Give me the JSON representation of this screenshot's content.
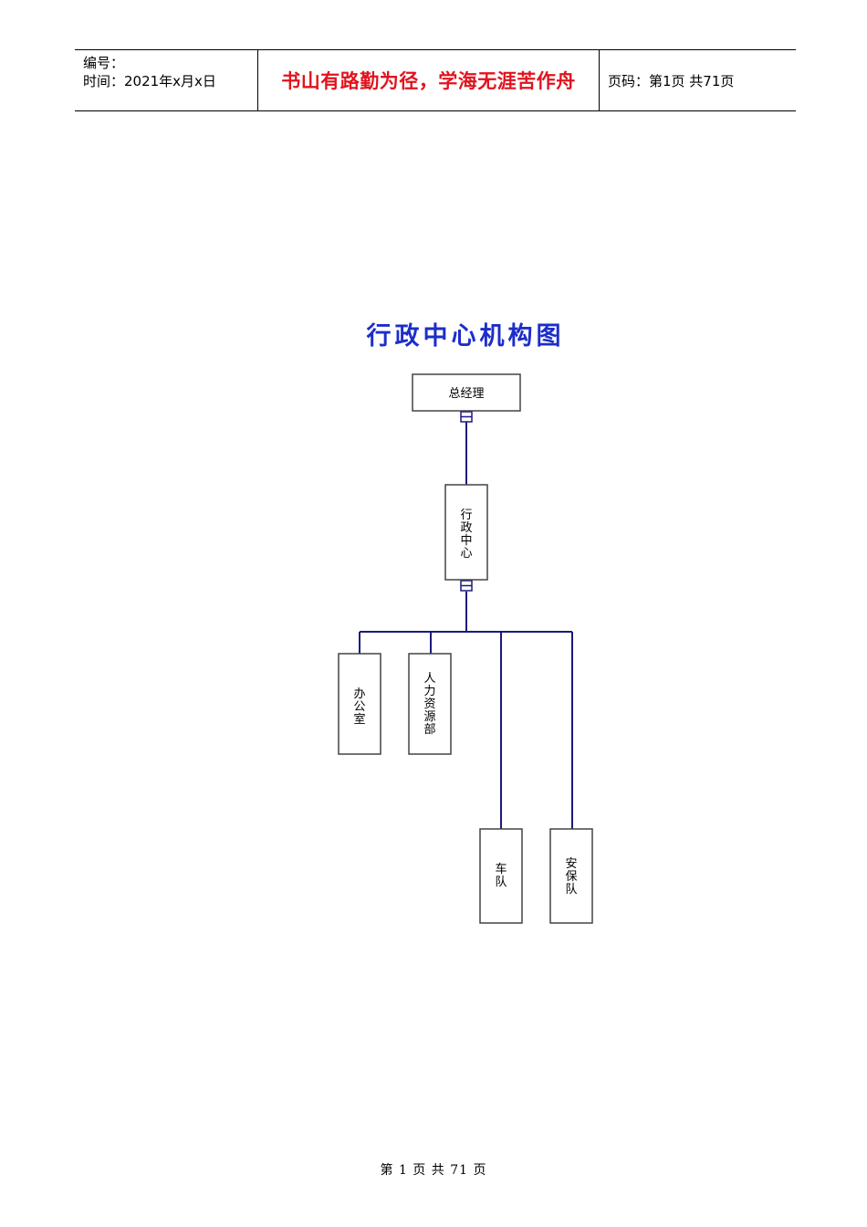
{
  "header": {
    "number_label": "编号：",
    "time_label": "时间：2021年x月x日",
    "motto": "书山有路勤为径，学海无涯苦作舟",
    "page_info": "页码：第1页  共71页"
  },
  "chart": {
    "title": "行政中心机构图",
    "nodes": {
      "gm": "总经理",
      "admin": "行政中心",
      "office": "办公室",
      "hr": "人力资源部",
      "fleet": "车队",
      "security": "安保队"
    }
  },
  "footer": {
    "text": "第 1 页 共 71 页"
  }
}
